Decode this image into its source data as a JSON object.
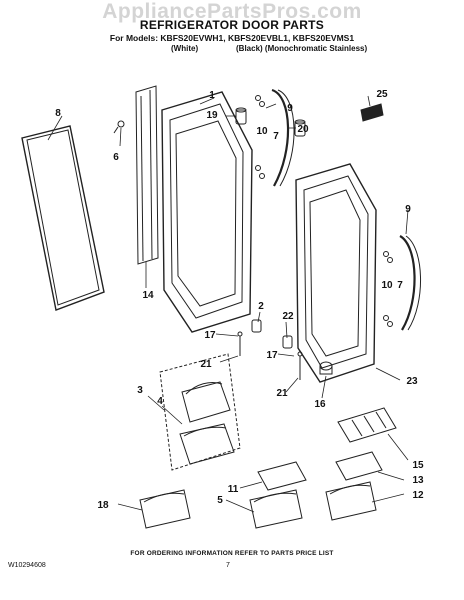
{
  "header": {
    "watermark": "AppliancePartsPros.com",
    "title": "REFRIGERATOR DOOR PARTS",
    "models": "For Models: KBFS20EVWH1, KBFS20EVBL1, KBFS20EVMS1",
    "variant_white": "(White)",
    "variant_black": "(Black) (Monochromatic Stainless)"
  },
  "callouts": {
    "c1": "1",
    "c2": "2",
    "c3": "3",
    "c4": "4",
    "c5": "5",
    "c6": "6",
    "c7a": "7",
    "c7b": "7",
    "c8": "8",
    "c9a": "9",
    "c9b": "9",
    "c10a": "10",
    "c10b": "10",
    "c11": "11",
    "c12": "12",
    "c13": "13",
    "c14": "14",
    "c15": "15",
    "c16": "16",
    "c17a": "17",
    "c17b": "17",
    "c18": "18",
    "c19": "19",
    "c20": "20",
    "c21a": "21",
    "c21b": "21",
    "c22": "22",
    "c23": "23",
    "c25": "25"
  },
  "footer": {
    "note": "FOR ORDERING INFORMATION REFER TO PARTS PRICE LIST",
    "doc_number": "W10294608",
    "page": "7"
  }
}
